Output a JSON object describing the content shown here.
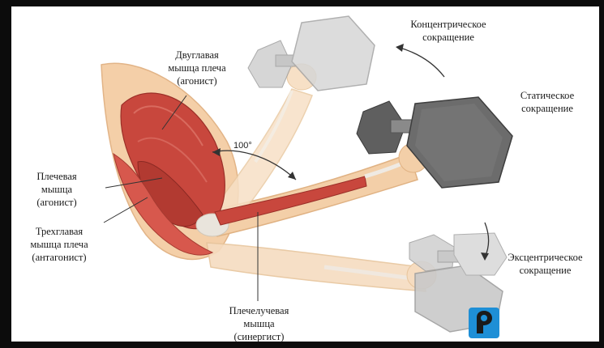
{
  "labels": {
    "biceps": "Двуглавая\nмышца плеча\n(агонист)",
    "brachialis": "Плечевая\nмышца\n(агонист)",
    "triceps": "Трехглавая\nмышца плеча\n(антагонист)",
    "brachioradialis": "Плечелучевая\nмышца\n(синергист)",
    "concentric": "Концентрическое\nсокращение",
    "static": "Статическое\nсокращение",
    "eccentric": "Эксцентрическое\nсокращение",
    "angle": "100°"
  },
  "colors": {
    "muscle": "#c8473d",
    "skin": "#f2c8a0",
    "tendon": "#e9e4dc",
    "dumbbell_dark": "#6c6c6c",
    "dumbbell_light": "#cfcfcf",
    "logo_blue": "#1e8fd6"
  },
  "icons": {
    "logo": "watermark-logo-icon"
  }
}
